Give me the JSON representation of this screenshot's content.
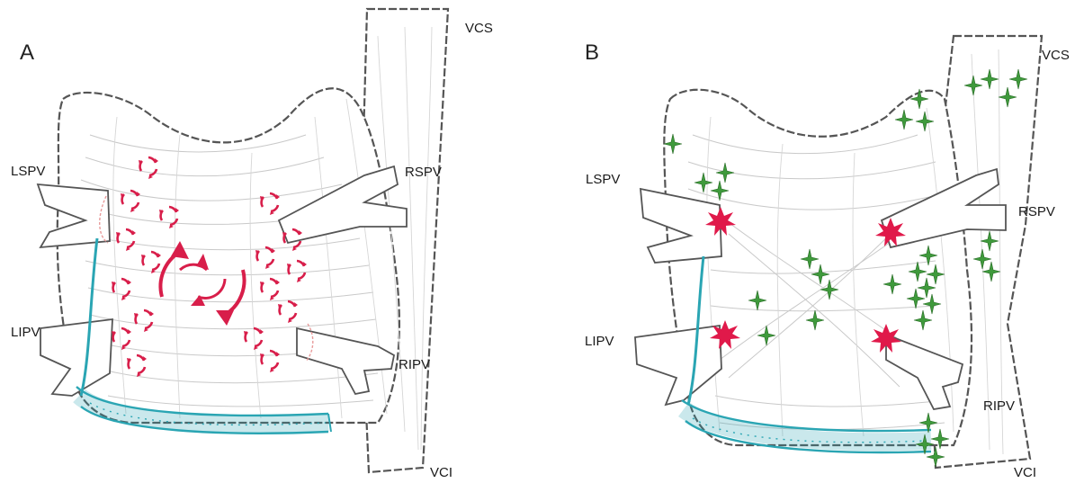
{
  "panels": [
    {
      "letter": "A",
      "labels": {
        "vcs": "VCS",
        "lspv": "LSPV",
        "rspv": "RSPV",
        "lipv": "LIPV",
        "ripv": "RIPV",
        "vci": "VCI"
      }
    },
    {
      "letter": "B",
      "labels": {
        "vcs": "VCS",
        "lspv": "LSPV",
        "rspv": "RSPV",
        "lipv": "LIPV",
        "ripv": "RIPV",
        "vci": "VCI"
      }
    }
  ],
  "colors": {
    "rotor": "#d81e4a",
    "focal_source": "#e0194a",
    "ganglion": "#3f9a3c",
    "coronary_sinus": "#2aa5b3",
    "outline": "#555555",
    "fiber": "#c9c9c9"
  }
}
